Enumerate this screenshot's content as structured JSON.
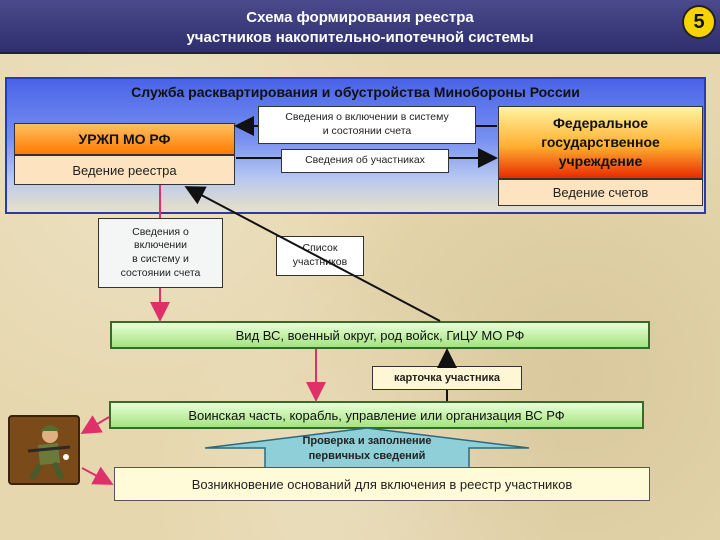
{
  "header": {
    "title_line1": "Схема формирования реестра",
    "title_line2": "участников накопительно-ипотечной системы",
    "slide_number": "5"
  },
  "service": {
    "title": "Служба расквартирования и обустройства Минобороны России",
    "urzhp": {
      "title": "УРЖП МО РФ",
      "subtitle": "Ведение реестра"
    },
    "federal": {
      "title_line1": "Федеральное",
      "title_line2": "государственное",
      "title_line3": "учреждение",
      "subtitle": "Ведение счетов"
    },
    "info_inclusion_line1": "Сведения о включении в систему",
    "info_inclusion_line2": "и состоянии счета",
    "info_participants": "Сведения об участниках"
  },
  "left_info": {
    "line1": "Сведения о",
    "line2": "включении",
    "line3": "в систему и",
    "line4": "состоянии счета"
  },
  "list_participants": {
    "line1": "Список",
    "line2": "участников"
  },
  "vid_vs": "Вид ВС, военный округ, род войск, ГиЦУ МО РФ",
  "kartochka": "карточка участника",
  "voinskaya": "Воинская часть, корабль, управление или организация ВС РФ",
  "proverka": {
    "line1": "Проверка и заполнение",
    "line2": "первичных сведений"
  },
  "vozniknovenie": "Возникновение оснований для включения в реестр участников",
  "colors": {
    "header_bg": "#2f2f6e",
    "panel_blue": "#4a63e8",
    "orange": "#ff7a00",
    "green": "#a6e37f",
    "arrow_pink": "#e0306a",
    "arrow_black": "#111111",
    "teal_arrow": "#8fd0d8"
  }
}
